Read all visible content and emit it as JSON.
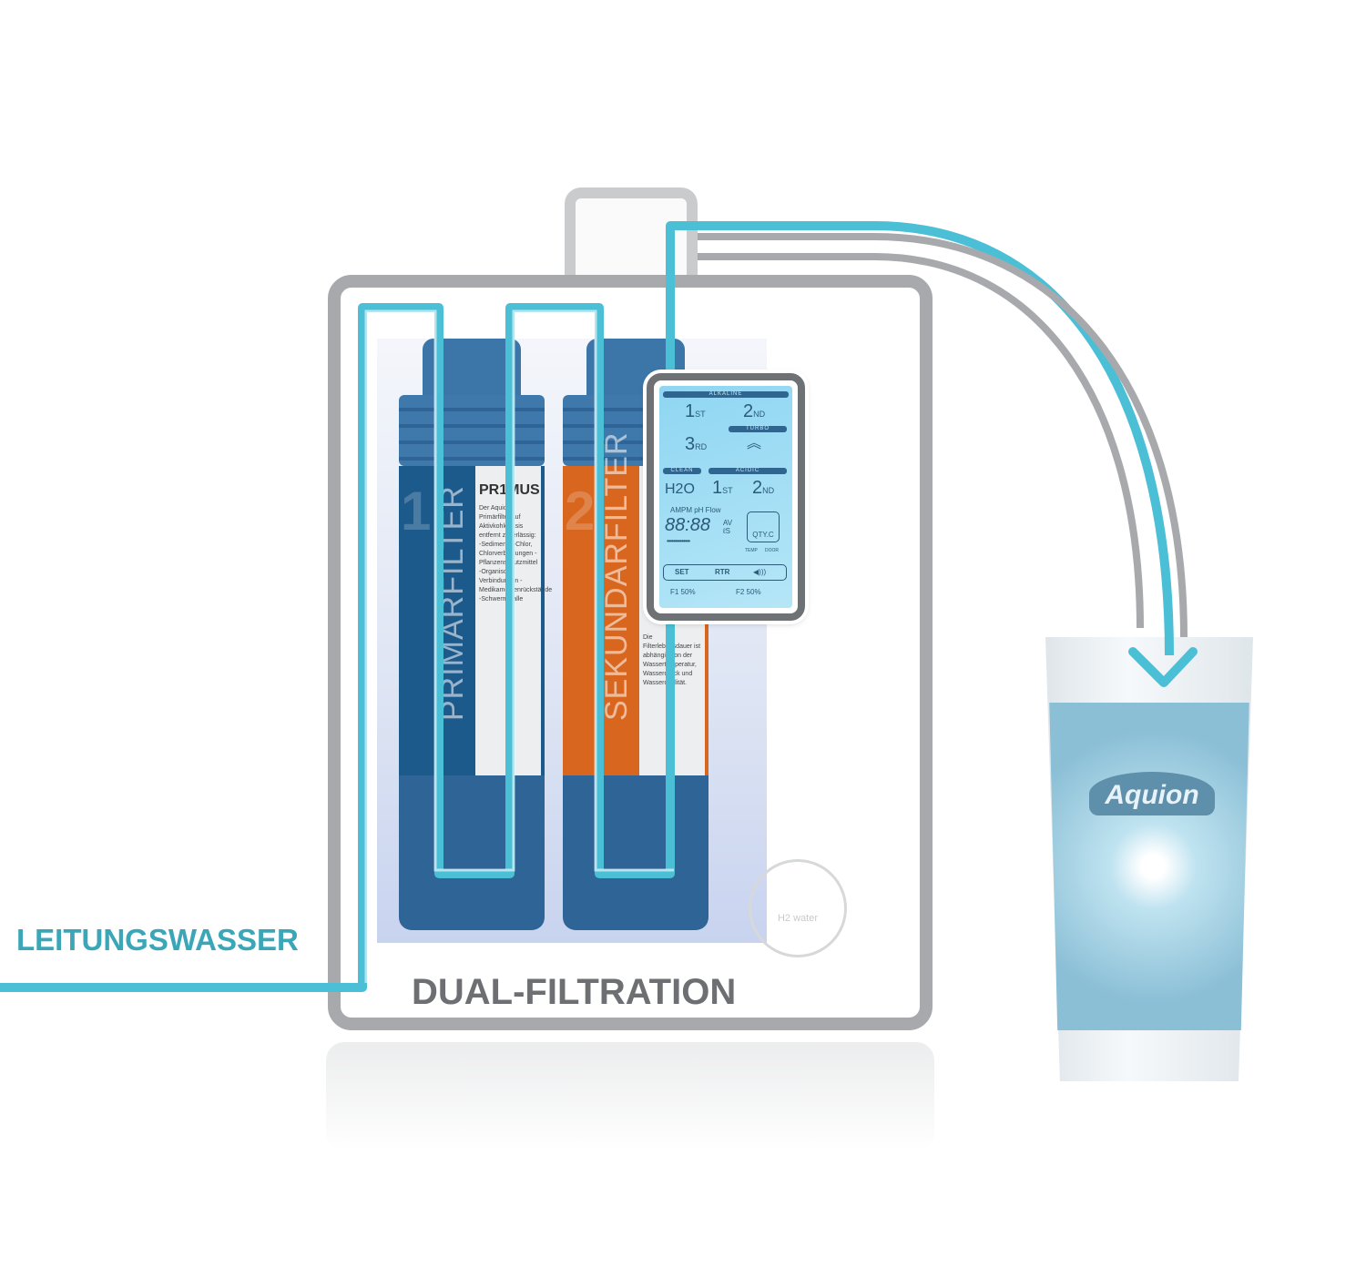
{
  "labels": {
    "input_water": "LEITUNGSWASSER",
    "process": "DUAL-FILTRATION"
  },
  "filters": [
    {
      "number": "1",
      "name": "PRIMARFILTER",
      "label_title": "PR1MUS",
      "label_text": "Der Aquion Primärfilter auf Aktivkohlebasis entfernt zuverlässig: -Sedimente -Chlor, Chlorverbindungen -Pflanzenschutzmittel -Organische Verbindungen -Medikamentenrückstände -Schwermetalle",
      "color": "#1d5a8c"
    },
    {
      "number": "2",
      "name": "SEKUNDARFILTER",
      "label_title": "",
      "label_text": "Die Filterlebensdauer ist abhängig von der Wassertemperatur, Wasserdruck und Wasserqualität.",
      "color": "#d8661f"
    }
  ],
  "display": {
    "alkaline": "ALKALINE",
    "alk_1": "1",
    "alk_1_sfx": "ST",
    "alk_2": "2",
    "alk_2_sfx": "ND",
    "alk_3": "3",
    "alk_3_sfx": "RD",
    "turbo": "TURBO",
    "clean": "CLEAN",
    "acidic": "ACIDIC",
    "h2o": "H2O",
    "acid_1": "1",
    "acid_1_sfx": "ST",
    "acid_2": "2",
    "acid_2_sfx": "ND",
    "status_row": "AMPM pH Flow",
    "digits": "88:88",
    "units": "AV ℓS",
    "dots": "••••••••••••••",
    "qty": "QTY.C",
    "temp": "TEMP",
    "door": "DOOR",
    "set": "SET",
    "rtr": "RTR",
    "sound": "◀)))",
    "f1": "F1  50%",
    "f2": "F2  50%"
  },
  "h2_button": "H2 water",
  "glass_logo": "Aquion",
  "colors": {
    "pipe": "#4bbfd6",
    "frame": "#a7a9ac"
  }
}
